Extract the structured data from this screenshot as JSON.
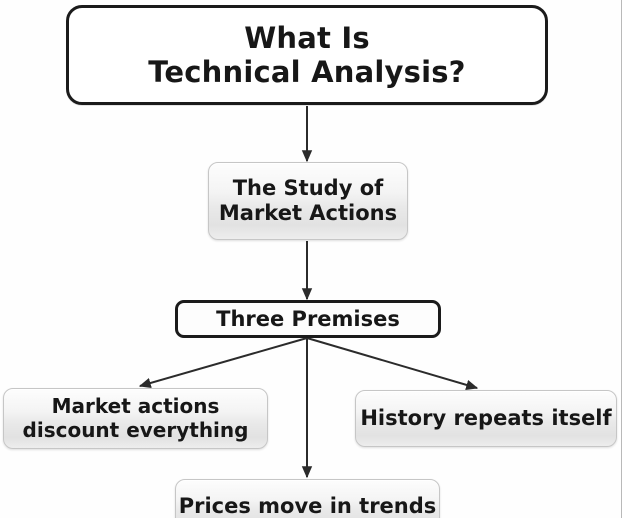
{
  "diagram": {
    "title": "What Is Technical Analysis?",
    "type": "flowchart",
    "nodes": {
      "root": {
        "label": "What Is\nTechnical Analysis?"
      },
      "study": {
        "label": "The Study of\nMarket Actions"
      },
      "premises": {
        "label": "Three Premises"
      },
      "discount": {
        "label": "Market actions\ndiscount everything"
      },
      "history": {
        "label": "History repeats itself"
      },
      "trends": {
        "label": "Prices move in trends"
      }
    },
    "edges": [
      {
        "from": "root",
        "to": "study",
        "style": "arrow-down"
      },
      {
        "from": "study",
        "to": "premises",
        "style": "arrow-down"
      },
      {
        "from": "premises",
        "to": "discount",
        "style": "arrow-diagonal-left"
      },
      {
        "from": "premises",
        "to": "trends",
        "style": "arrow-down"
      },
      {
        "from": "premises",
        "to": "history",
        "style": "arrow-diagonal-right"
      }
    ],
    "colors": {
      "connector": "#2b2b2b",
      "outline": "#1b1b1b",
      "box_fill_light": "#ededed",
      "text": "#171717",
      "background": "#fefefe"
    }
  }
}
